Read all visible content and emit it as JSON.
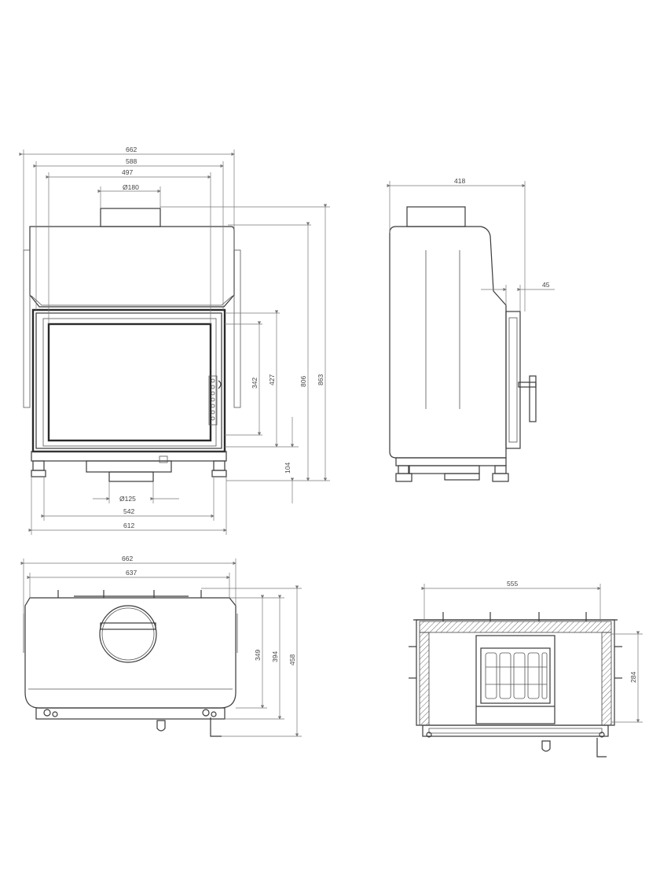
{
  "front_view": {
    "dim_width_outer": "662",
    "dim_width_588": "588",
    "dim_width_glass": "497",
    "dim_flue_top": "Ø180",
    "dim_glass_height": "342",
    "dim_door_height": "427",
    "dim_height_806": "806",
    "dim_height_863": "863",
    "dim_base_104": "104",
    "dim_air_inlet": "Ø125",
    "dim_base_542": "542",
    "dim_base_612": "612"
  },
  "side_view": {
    "dim_depth": "418",
    "dim_frame": "45"
  },
  "top_view": {
    "dim_width_outer": "662",
    "dim_width_637": "637",
    "dim_depth_349": "349",
    "dim_depth_394": "394",
    "dim_depth_458": "458"
  },
  "section_view": {
    "dim_inner_width": "555",
    "dim_inner_depth": "284"
  }
}
